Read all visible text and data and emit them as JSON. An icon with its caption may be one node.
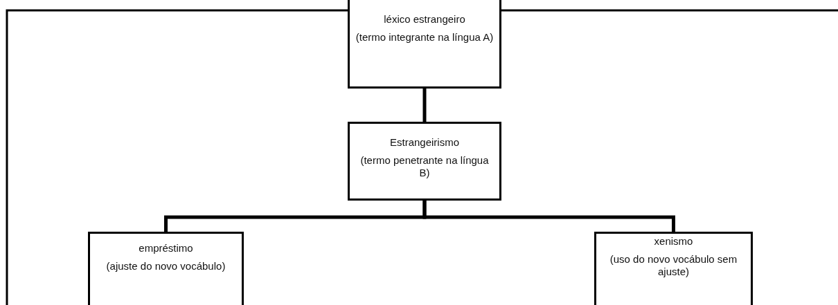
{
  "diagram": {
    "nodes": [
      {
        "text": [
          "léxico estrangeiro",
          "(termo integrante na língua A)"
        ]
      },
      {
        "text": [
          "Estrangeirismo",
          "(termo penetrante na língua B)"
        ]
      },
      {
        "text": [
          "empréstimo",
          "(ajuste do novo vocábulo)"
        ]
      },
      {
        "text": [
          "xenismo",
          "(uso do novo vocábulo sem ajuste)"
        ]
      }
    ],
    "edges": [
      {
        "from": 0,
        "to": 1,
        "arrow": "none"
      },
      {
        "from": 1,
        "to": 2,
        "arrow": "none"
      },
      {
        "from": 1,
        "to": 3,
        "arrow": "none"
      }
    ]
  }
}
